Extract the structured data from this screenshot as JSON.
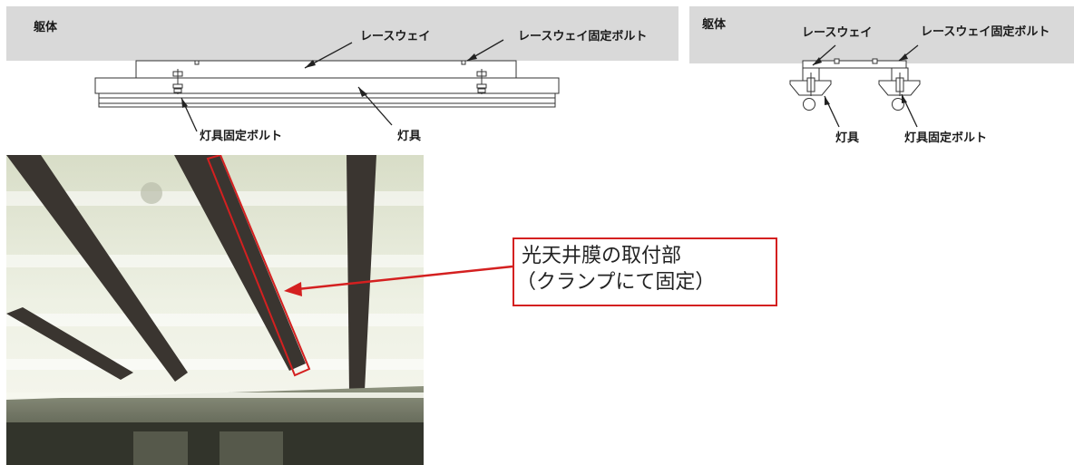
{
  "left_diagram": {
    "structure_label": "躯体",
    "raceway_label": "レースウェイ",
    "raceway_bolt_label": "レースウェイ固定ボルト",
    "fixture_bolt_label": "灯具固定ボルト",
    "fixture_label": "灯具"
  },
  "right_diagram": {
    "structure_label": "躯体",
    "raceway_label": "レースウェイ",
    "raceway_bolt_label": "レースウェイ固定ボルト",
    "fixture_label": "灯具",
    "fixture_bolt_label": "灯具固定ボルト"
  },
  "callout": {
    "line1": "光天井膜の取付部",
    "line2": "（クランプにて固定）"
  },
  "colors": {
    "structure_band": "#d9d9d9",
    "callout_red": "#d42020",
    "beam_dark": "#3a3530",
    "membrane_light": "#e9ecdc"
  }
}
